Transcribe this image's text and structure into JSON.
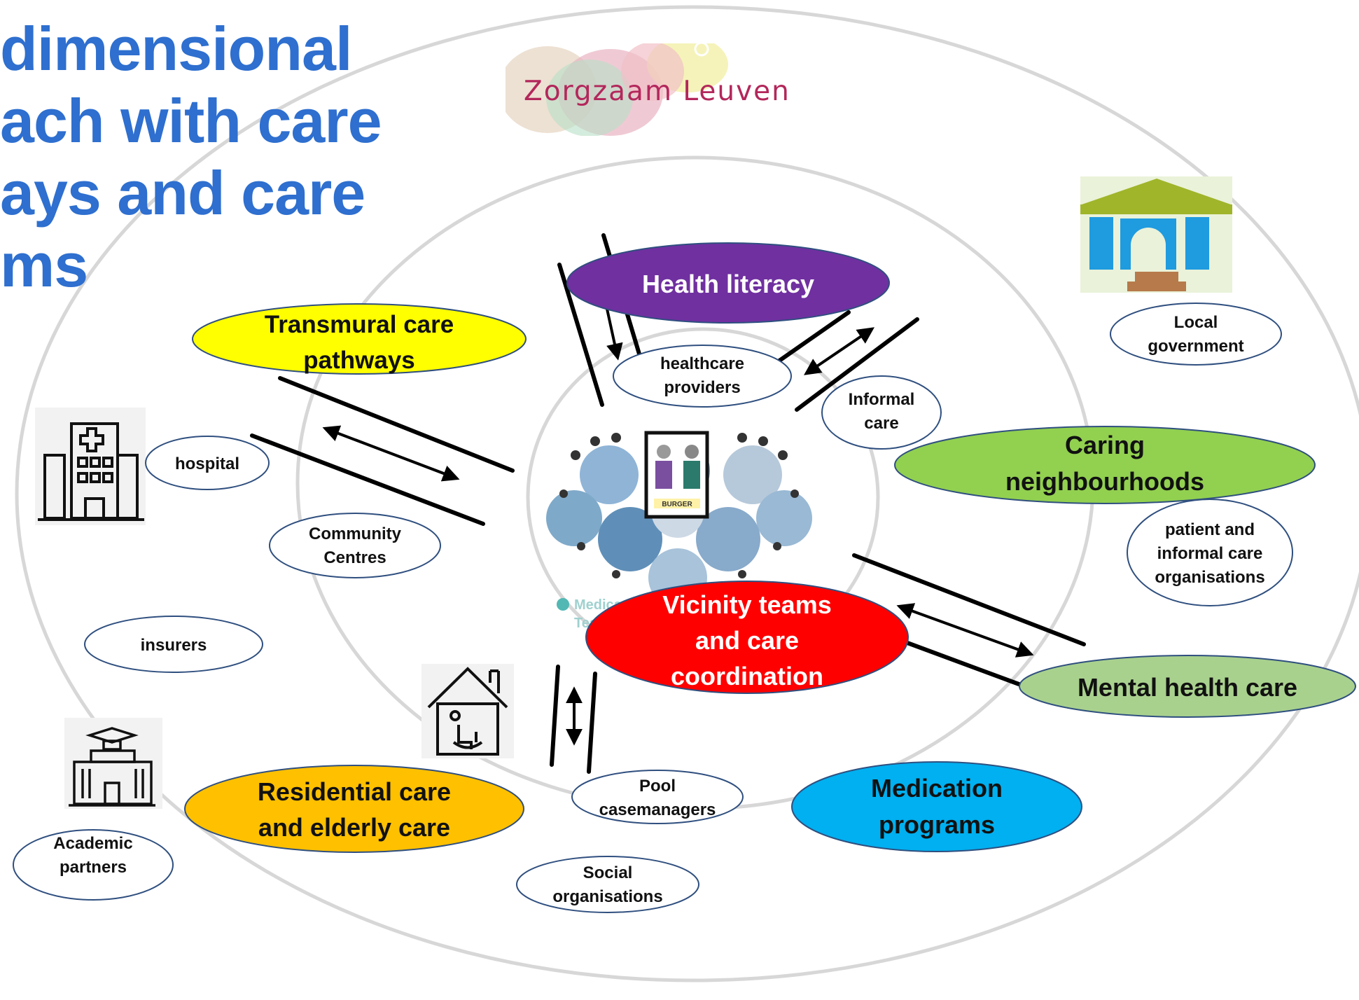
{
  "title": {
    "lines": [
      "dimensional",
      "ach with care",
      "ays and care",
      "ms"
    ]
  },
  "logo": {
    "text": "Zorgzaam Leuven"
  },
  "colors": {
    "title": "#2e6fcf",
    "ring": "#d7d7d7",
    "health_literacy": "#7030a0",
    "transmural": "#ffff00",
    "caring_neighbourhoods": "#92d050",
    "vicinity_teams": "#ff0000",
    "mental_health": "#a9d18e",
    "residential": "#ffc000",
    "medication": "#00b0f0",
    "node_outline": "#2f4f7f"
  },
  "main_themes": {
    "health_literacy": [
      "Health literacy"
    ],
    "transmural": [
      "Transmural care",
      "pathways"
    ],
    "caring_neighbourhoods": [
      "Caring",
      "neighbourhoods"
    ],
    "vicinity_teams": [
      "Vicinity teams",
      "and care",
      "coordination"
    ],
    "mental_health": [
      "Mental health care"
    ],
    "residential": [
      "Residential care",
      "and elderly care"
    ],
    "medication": [
      "Medication",
      "programs"
    ]
  },
  "actors": {
    "healthcare_providers": [
      "healthcare",
      "providers"
    ],
    "informal_care": [
      "Informal",
      "care"
    ],
    "local_government": [
      "Local",
      "government"
    ],
    "hospital": [
      "hospital"
    ],
    "community_centres": [
      "Community",
      "Centres"
    ],
    "insurers": [
      "insurers"
    ],
    "patient_organisations": [
      "patient and",
      "informal care",
      "organisations"
    ],
    "pool_casemanagers": [
      "Pool",
      "casemanagers"
    ],
    "academic_partners": [
      "Academic",
      "partners"
    ],
    "social_organisations": [
      "Social",
      "organisations"
    ]
  },
  "center": {
    "badge_text": "BURGER",
    "watermark_lines": [
      "Medica",
      "Tea"
    ]
  },
  "icons": [
    "hospital-icon",
    "government-building-icon",
    "nursing-home-icon",
    "academic-building-icon",
    "citizens-crowd-icon"
  ]
}
